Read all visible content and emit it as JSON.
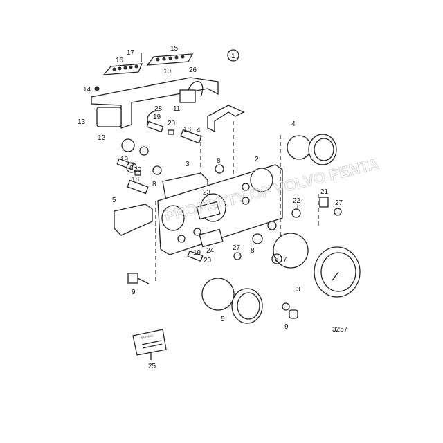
{
  "diagram_id": "3257",
  "callouts": {
    "c1": "1",
    "c2": "2",
    "c3a": "3",
    "c3b": "3",
    "c4a": "4",
    "c4b": "4",
    "c5a": "5",
    "c5b": "5",
    "c6a": "6",
    "c6b": "6",
    "c7": "7",
    "c8a": "8",
    "c8b": "8",
    "c8c": "8",
    "c8d": "8",
    "c9a": "9",
    "c9b": "9",
    "c10": "10",
    "c11": "11",
    "c12": "12",
    "c13": "13",
    "c14": "14",
    "c15": "15",
    "c16": "16",
    "c17": "17",
    "c18a": "18",
    "c18b": "18",
    "c19a": "19",
    "c19b": "19",
    "c19c": "19",
    "c20a": "20",
    "c20b": "20",
    "c20c": "20",
    "c21": "21",
    "c22": "22",
    "c23": "23",
    "c24": "24",
    "c25": "25",
    "c26": "26",
    "c27a": "27",
    "c27b": "27",
    "c28": "28"
  },
  "warning_plate": "WARNING",
  "watermark": "PROPERTY OF VOLVO PENTA"
}
